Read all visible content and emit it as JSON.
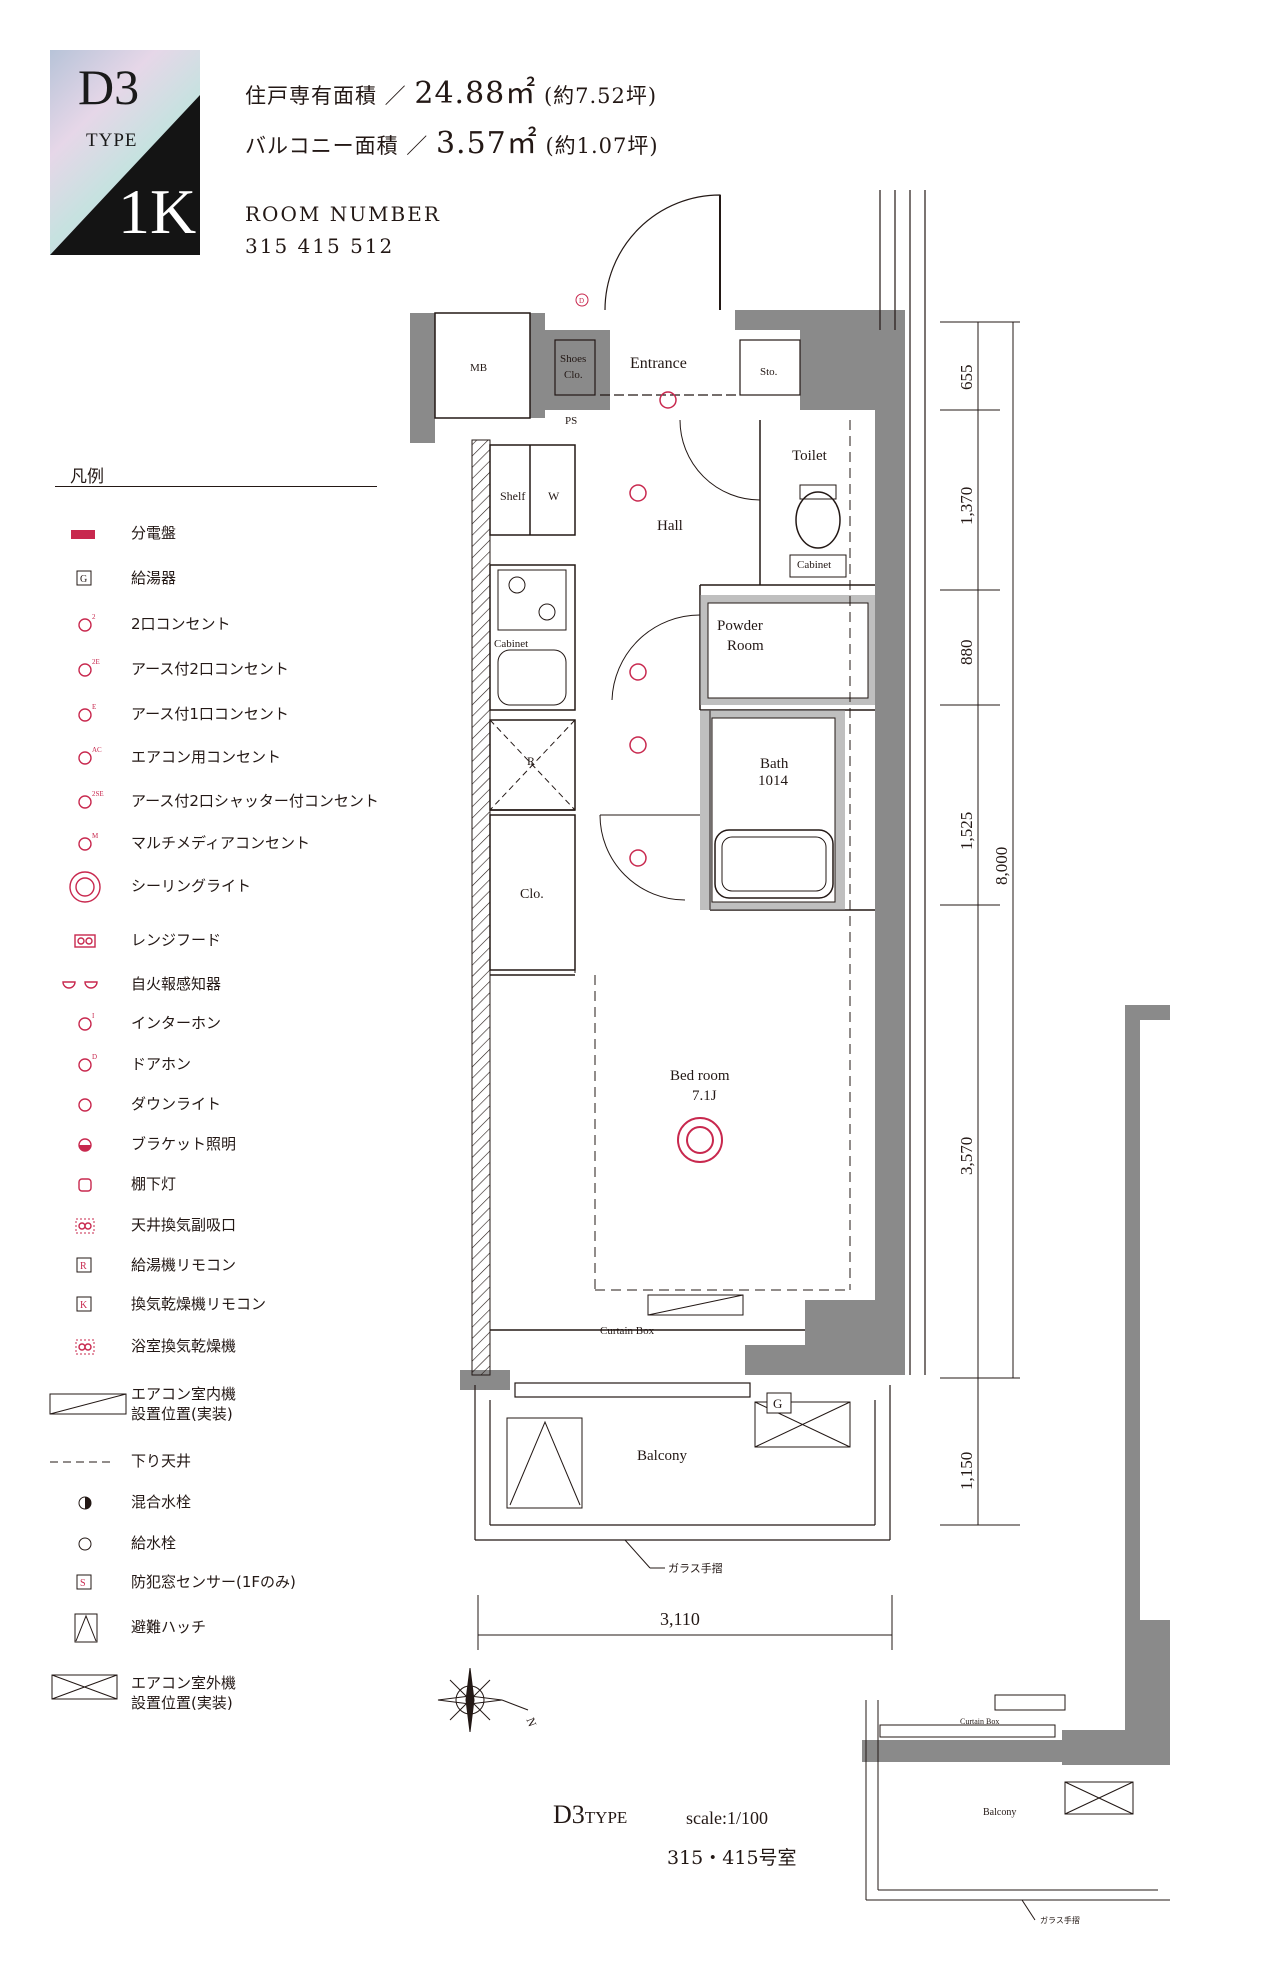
{
  "badge": {
    "type_code": "D3",
    "type_word": "TYPE",
    "layout": "1K"
  },
  "area": {
    "exclusive_label": "住戸専有面積 ／",
    "exclusive_value": "24.88㎡",
    "exclusive_tsubo": "(約7.52坪)",
    "balcony_label": "バルコニー面積 ／",
    "balcony_value": "3.57㎡",
    "balcony_tsubo": "(約1.07坪)"
  },
  "room_number": {
    "label": "ROOM NUMBER",
    "value": "315 415 512"
  },
  "legend": {
    "title": "凡例",
    "items": [
      {
        "icon": "distribution-board-icon",
        "label": "分電盤"
      },
      {
        "icon": "water-heater-icon",
        "glyph": "G",
        "label": "給湯器"
      },
      {
        "icon": "double-outlet-icon",
        "glyph": "2",
        "label": "2口コンセント"
      },
      {
        "icon": "grounded-double-outlet-icon",
        "glyph": "2E",
        "label": "アース付2口コンセント"
      },
      {
        "icon": "grounded-single-outlet-icon",
        "glyph": "E",
        "label": "アース付1口コンセント"
      },
      {
        "icon": "aircon-outlet-icon",
        "glyph": "AC",
        "label": "エアコン用コンセント"
      },
      {
        "icon": "shutter-outlet-icon",
        "glyph": "2SE",
        "label": "アース付2口シャッター付コンセント"
      },
      {
        "icon": "multimedia-outlet-icon",
        "glyph": "M",
        "label": "マルチメディアコンセント"
      },
      {
        "icon": "ceiling-light-icon",
        "label": "シーリングライト"
      },
      {
        "icon": "range-hood-icon",
        "label": "レンジフード"
      },
      {
        "icon": "fire-alarm-icon",
        "label": "自火報感知器"
      },
      {
        "icon": "intercom-icon",
        "glyph": "I",
        "label": "インターホン"
      },
      {
        "icon": "door-phone-icon",
        "glyph": "D",
        "label": "ドアホン"
      },
      {
        "icon": "downlight-icon",
        "label": "ダウンライト"
      },
      {
        "icon": "bracket-light-icon",
        "label": "ブラケット照明"
      },
      {
        "icon": "under-shelf-light-icon",
        "label": "棚下灯"
      },
      {
        "icon": "ceiling-vent-icon",
        "label": "天井換気副吸口"
      },
      {
        "icon": "heater-remote-icon",
        "glyph": "R",
        "label": "給湯機リモコン"
      },
      {
        "icon": "dryer-remote-icon",
        "glyph": "K",
        "label": "換気乾燥機リモコン"
      },
      {
        "icon": "bath-dryer-icon",
        "label": "浴室換気乾燥機"
      },
      {
        "icon": "aircon-indoor-icon",
        "label": "エアコン室内機\n設置位置(実装)"
      },
      {
        "icon": "dropped-ceiling-icon",
        "label": "下り天井"
      },
      {
        "icon": "mixing-faucet-icon",
        "label": "混合水栓"
      },
      {
        "icon": "water-faucet-icon",
        "label": "給水栓"
      },
      {
        "icon": "window-sensor-icon",
        "glyph": "S",
        "label": "防犯窓センサー(1Fのみ)"
      },
      {
        "icon": "escape-hatch-icon",
        "label": "避難ハッチ"
      },
      {
        "icon": "aircon-outdoor-icon",
        "label": "エアコン室外機\n設置位置(実装)"
      }
    ]
  },
  "rooms": {
    "mb": "MB",
    "shoes1": "Shoes",
    "shoes2": "Clo.",
    "entrance": "Entrance",
    "sto": "Sto.",
    "ps": "PS",
    "toilet": "Toilet",
    "hall": "Hall",
    "shelf": "Shelf",
    "w": "W",
    "cabinet_toilet": "Cabinet",
    "cabinet_kitchen": "Cabinet",
    "powder1": "Powder",
    "powder2": "Room",
    "bath1": "Bath",
    "bath2": "1014",
    "r": "R",
    "clo": "Clo.",
    "bedroom1": "Bed room",
    "bedroom2": "7.1J",
    "curtain": "Curtain Box",
    "balcony": "Balcony",
    "glass_rail": "ガラス手摺"
  },
  "dimensions": {
    "d1": "655",
    "d2": "1,370",
    "d3": "880",
    "d4": "1,525",
    "d5": "3,570",
    "d6": "1,150",
    "total": "8,000",
    "width": "3,110"
  },
  "plate": {
    "type": "D3",
    "type_suffix": "TYPE",
    "scale": "scale:1/100",
    "rooms": "315・415号室"
  },
  "compass": {
    "north": "N"
  },
  "mirror_labels": {
    "curtain": "Curtain Box",
    "balcony": "Balcony",
    "glass_rail": "ガラス手摺"
  },
  "colors": {
    "accent": "#c8284e",
    "wall": "#8a8a8a",
    "ink": "#231815"
  }
}
